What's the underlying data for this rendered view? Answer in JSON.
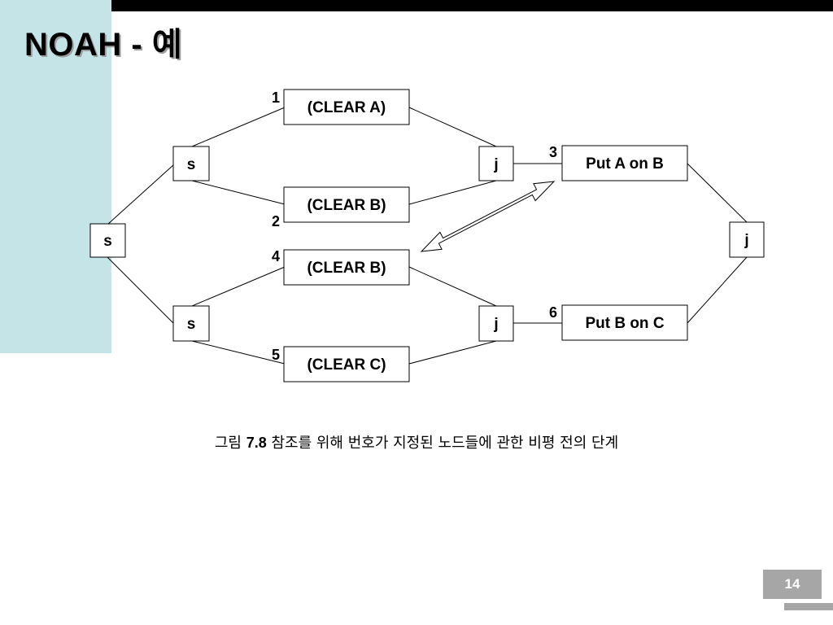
{
  "slide": {
    "title": "NOAH - 예",
    "page_number": "14",
    "caption": {
      "prefix": "그림 ",
      "figure_number": "7.8",
      "text": " 참조를 위해 번호가 지정된 노드들에 관한 비평 전의 단계"
    }
  },
  "diagram": {
    "nodes": [
      {
        "id": "s-root",
        "label": "s"
      },
      {
        "id": "s-upper",
        "label": "s"
      },
      {
        "id": "s-lower",
        "label": "s"
      },
      {
        "id": "clear-a-1",
        "label": "(CLEAR A)"
      },
      {
        "id": "clear-b-2",
        "label": "(CLEAR B)"
      },
      {
        "id": "clear-b-4",
        "label": "(CLEAR B)"
      },
      {
        "id": "clear-c-5",
        "label": "(CLEAR C)"
      },
      {
        "id": "j-upper",
        "label": "j"
      },
      {
        "id": "j-lower",
        "label": "j"
      },
      {
        "id": "put-a-on-b",
        "label": "Put A on B"
      },
      {
        "id": "put-b-on-c",
        "label": "Put B on C"
      },
      {
        "id": "j-root",
        "label": "j"
      }
    ],
    "step_numbers": [
      "1",
      "2",
      "3",
      "4",
      "5",
      "6"
    ]
  }
}
